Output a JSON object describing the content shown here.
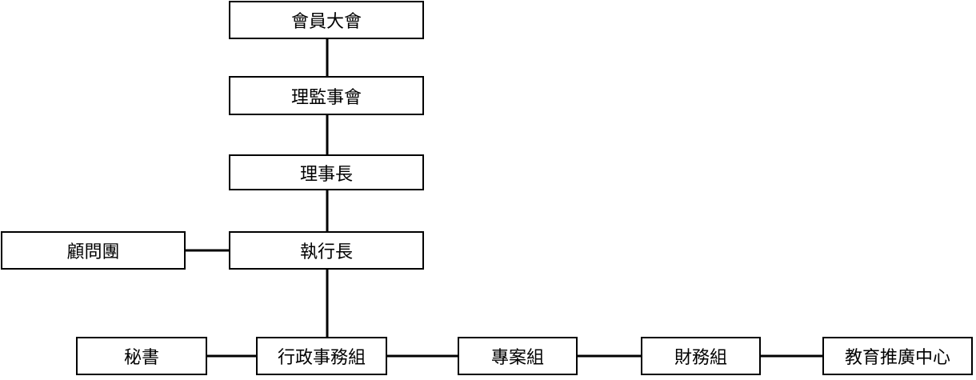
{
  "diagram": {
    "type": "org-chart",
    "line_color": "#000000",
    "box_border_color": "#000000",
    "box_fill_color": "#ffffff",
    "nodes": {
      "assembly": "會員大會",
      "board": "理監事會",
      "chairman": "理事長",
      "ceo": "執行長",
      "advisors": "顧問團",
      "secretary": "秘書",
      "admin": "行政事務組",
      "project": "專案組",
      "finance": "財務組",
      "education": "教育推廣中心"
    },
    "edges": [
      [
        "assembly",
        "board"
      ],
      [
        "board",
        "chairman"
      ],
      [
        "chairman",
        "ceo"
      ],
      [
        "ceo",
        "advisors"
      ],
      [
        "ceo",
        "admin"
      ],
      [
        "secretary",
        "admin"
      ],
      [
        "admin",
        "project"
      ],
      [
        "project",
        "finance"
      ],
      [
        "finance",
        "education"
      ]
    ]
  }
}
